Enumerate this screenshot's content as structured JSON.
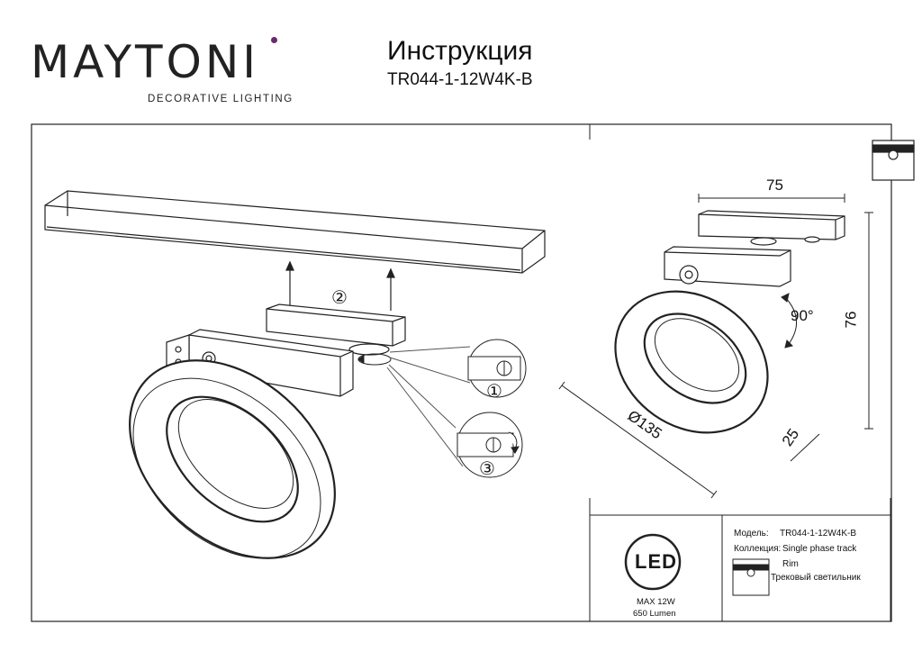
{
  "brand": {
    "name": "MAYTONI",
    "tagline": "DECORATIVE LIGHTING",
    "accent_color": "#6b2a6b"
  },
  "document": {
    "title": "Инструкция",
    "model": "TR044-1-12W4K-B"
  },
  "drawing": {
    "steps": [
      "①",
      "②",
      "③"
    ],
    "dimensions": {
      "width": "75",
      "height": "76",
      "diameter": "Ø135",
      "depth": "25",
      "rotation": "90°"
    }
  },
  "spec_panel": {
    "led_label": "LED",
    "power": "MAX 12W",
    "lumen": "650 Lumen",
    "model_label": "Модель:",
    "model_value": "TR044-1-12W4K-B",
    "collection_label": "Коллекция:",
    "collection_value": "Single phase track",
    "collection_name": "Rim",
    "type_value": "Трековый светильник"
  }
}
